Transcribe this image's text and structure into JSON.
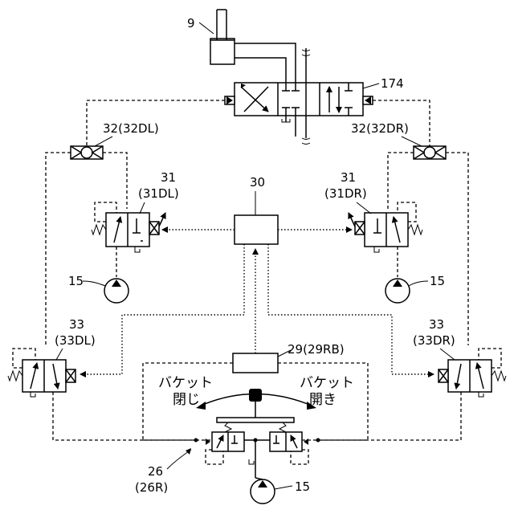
{
  "labels": {
    "cylinder": "9",
    "control_valve": "174",
    "shuttle_left": "32(32DL)",
    "shuttle_right": "32(32DR)",
    "valve31_left_num": "31",
    "valve31_left_sub": "(31DL)",
    "valve31_right_num": "31",
    "valve31_right_sub": "(31DR)",
    "controller": "30",
    "pump_left": "15",
    "pump_right": "15",
    "pump_bottom": "15",
    "valve33_left_num": "33",
    "valve33_left_sub": "(33DL)",
    "valve33_right_num": "33",
    "valve33_right_sub": "(33DR)",
    "sensor": "29(29RB)",
    "bucket_close_line1": "バケット",
    "bucket_close_line2": "閉じ",
    "bucket_open_line1": "バケット",
    "bucket_open_line2": "開き",
    "operation_device_num": "26",
    "operation_device_sub": "(26R)"
  }
}
